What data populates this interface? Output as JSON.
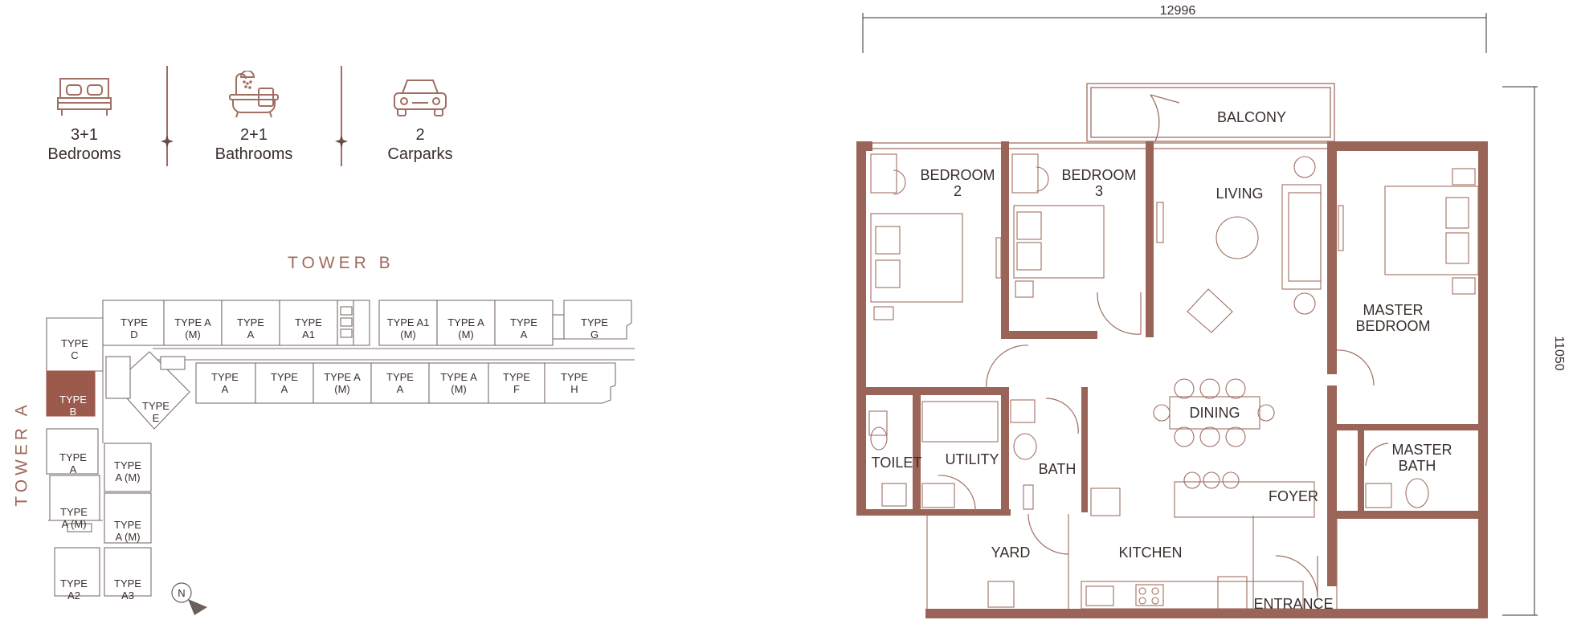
{
  "stats": [
    {
      "value": "3+1",
      "label": "Bedrooms",
      "icon": "bed-icon"
    },
    {
      "value": "2+1",
      "label": "Bathrooms",
      "icon": "bathtub-icon"
    },
    {
      "value": "2",
      "label": "Carparks",
      "icon": "car-icon"
    }
  ],
  "site_plan": {
    "tower_b_label": "TOWER B",
    "tower_a_label": "TOWER A",
    "north_label": "N",
    "highlight_unit": "TYPE B",
    "units": {
      "type_d": [
        "TYPE",
        "D"
      ],
      "type_a_m_1": [
        "TYPE A",
        "(M)"
      ],
      "type_a_1": [
        "TYPE",
        "A"
      ],
      "type_a1": [
        "TYPE",
        "A1"
      ],
      "type_a1_m": [
        "TYPE A1",
        "(M)"
      ],
      "type_a_m_2": [
        "TYPE A",
        "(M)"
      ],
      "type_a_2": [
        "TYPE",
        "A"
      ],
      "type_g": [
        "TYPE",
        "G"
      ],
      "type_c": [
        "TYPE",
        "C"
      ],
      "type_b": [
        "TYPE",
        "B"
      ],
      "type_e": [
        "TYPE",
        "E"
      ],
      "type_a_3": [
        "TYPE",
        "A"
      ],
      "type_a_4": [
        "TYPE",
        "A"
      ],
      "type_a_m_3": [
        "TYPE A",
        "(M)"
      ],
      "type_a_5": [
        "TYPE",
        "A"
      ],
      "type_a_m_4": [
        "TYPE A",
        "(M)"
      ],
      "type_f": [
        "TYPE",
        "F"
      ],
      "type_h": [
        "TYPE",
        "H"
      ],
      "type_a_6": [
        "TYPE",
        "A"
      ],
      "type_a_m_5": [
        "TYPE",
        "A (M)"
      ],
      "type_a_m_6": [
        "TYPE",
        "A (M)"
      ],
      "type_a_m_7": [
        "TYPE",
        "A (M)"
      ],
      "type_a2": [
        "TYPE",
        "A2"
      ],
      "type_a3": [
        "TYPE",
        "A3"
      ]
    }
  },
  "floor_plan": {
    "width_dim": "12996",
    "height_dim": "11050",
    "rooms": {
      "balcony": "BALCONY",
      "bedroom2": [
        "BEDROOM",
        "2"
      ],
      "bedroom3": [
        "BEDROOM",
        "3"
      ],
      "living": "LIVING",
      "master_bedroom": [
        "MASTER",
        "BEDROOM"
      ],
      "dining": "DINING",
      "toilet": "TOILET",
      "utility": "UTILITY",
      "bath": "BATH",
      "master_bath": [
        "MASTER",
        "BATH"
      ],
      "foyer": "FOYER",
      "yard": "YARD",
      "kitchen": "KITCHEN",
      "entrance": "ENTRANCE"
    }
  },
  "colors": {
    "wall": "#9b6458",
    "line": "#a06e62",
    "highlight": "#9b5a4c",
    "text": "#3a2f2c"
  }
}
